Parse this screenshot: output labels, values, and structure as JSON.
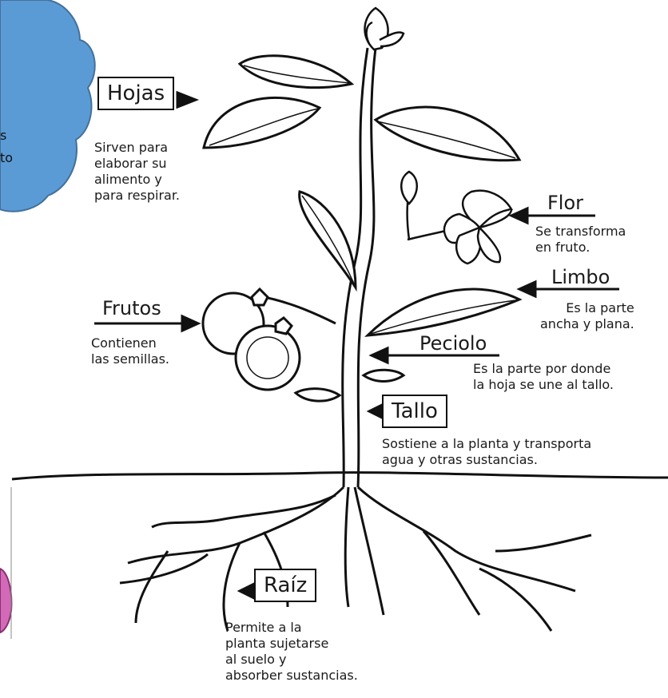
{
  "labels": {
    "hojas": {
      "title": "Hojas",
      "desc": "Sirven para\nelaborar su\nalimento y\npara respirar."
    },
    "flor": {
      "title": "Flor",
      "desc": "Se transforma\nen fruto."
    },
    "limbo": {
      "title": "Limbo",
      "desc": "Es la parte\nancha y plana."
    },
    "frutos": {
      "title": "Frutos",
      "desc": "Contienen\nlas semillas."
    },
    "peciolo": {
      "title": "Peciolo",
      "desc": "Es la parte por donde\nla hoja se une al tallo."
    },
    "tallo": {
      "title": "Tallo",
      "desc": "Sostiene a la planta y transporta\nagua y otras sustancias."
    },
    "raiz": {
      "title": "Raíz",
      "desc": "Permite a la\nplanta sujetarse\nal suelo y\nabsorber sustancias."
    }
  },
  "cloud": {
    "line1": "s",
    "line2": "to"
  },
  "colors": {
    "cloud": "#5b9bd5",
    "cloud_edge": "#41719c",
    "ink": "#111111",
    "pink": "#d36ab8"
  }
}
